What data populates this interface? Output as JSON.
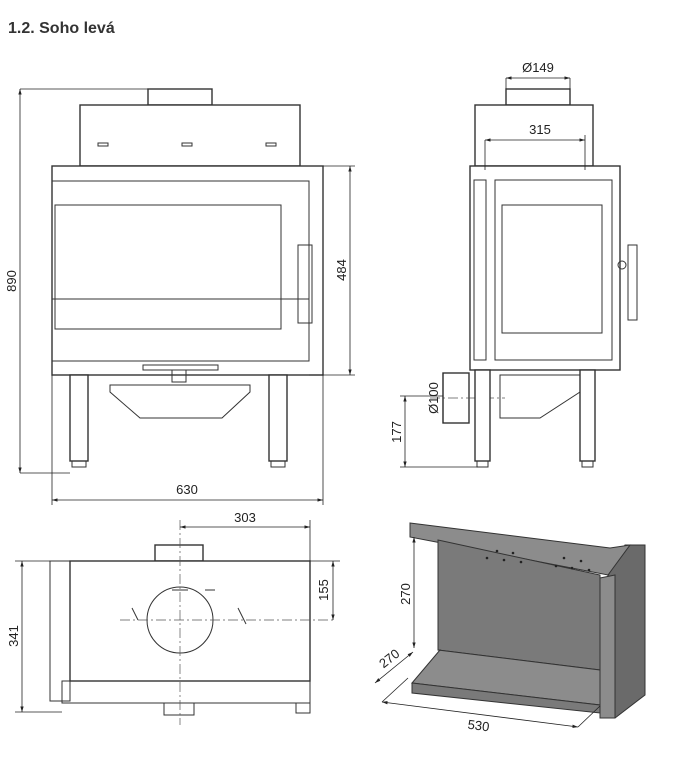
{
  "title": "1.2. Soho levá",
  "front_view": {
    "height_total": "890",
    "height_body": "484",
    "width": "630"
  },
  "side_view": {
    "flue_diameter": "Ø149",
    "flue_offset": "315",
    "inlet_diameter": "Ø100",
    "inlet_height": "177"
  },
  "top_view": {
    "flue_offset_x": "303",
    "flue_offset_y": "155",
    "depth": "341"
  },
  "liner_view": {
    "height": "270",
    "depth": "270",
    "width": "530"
  }
}
